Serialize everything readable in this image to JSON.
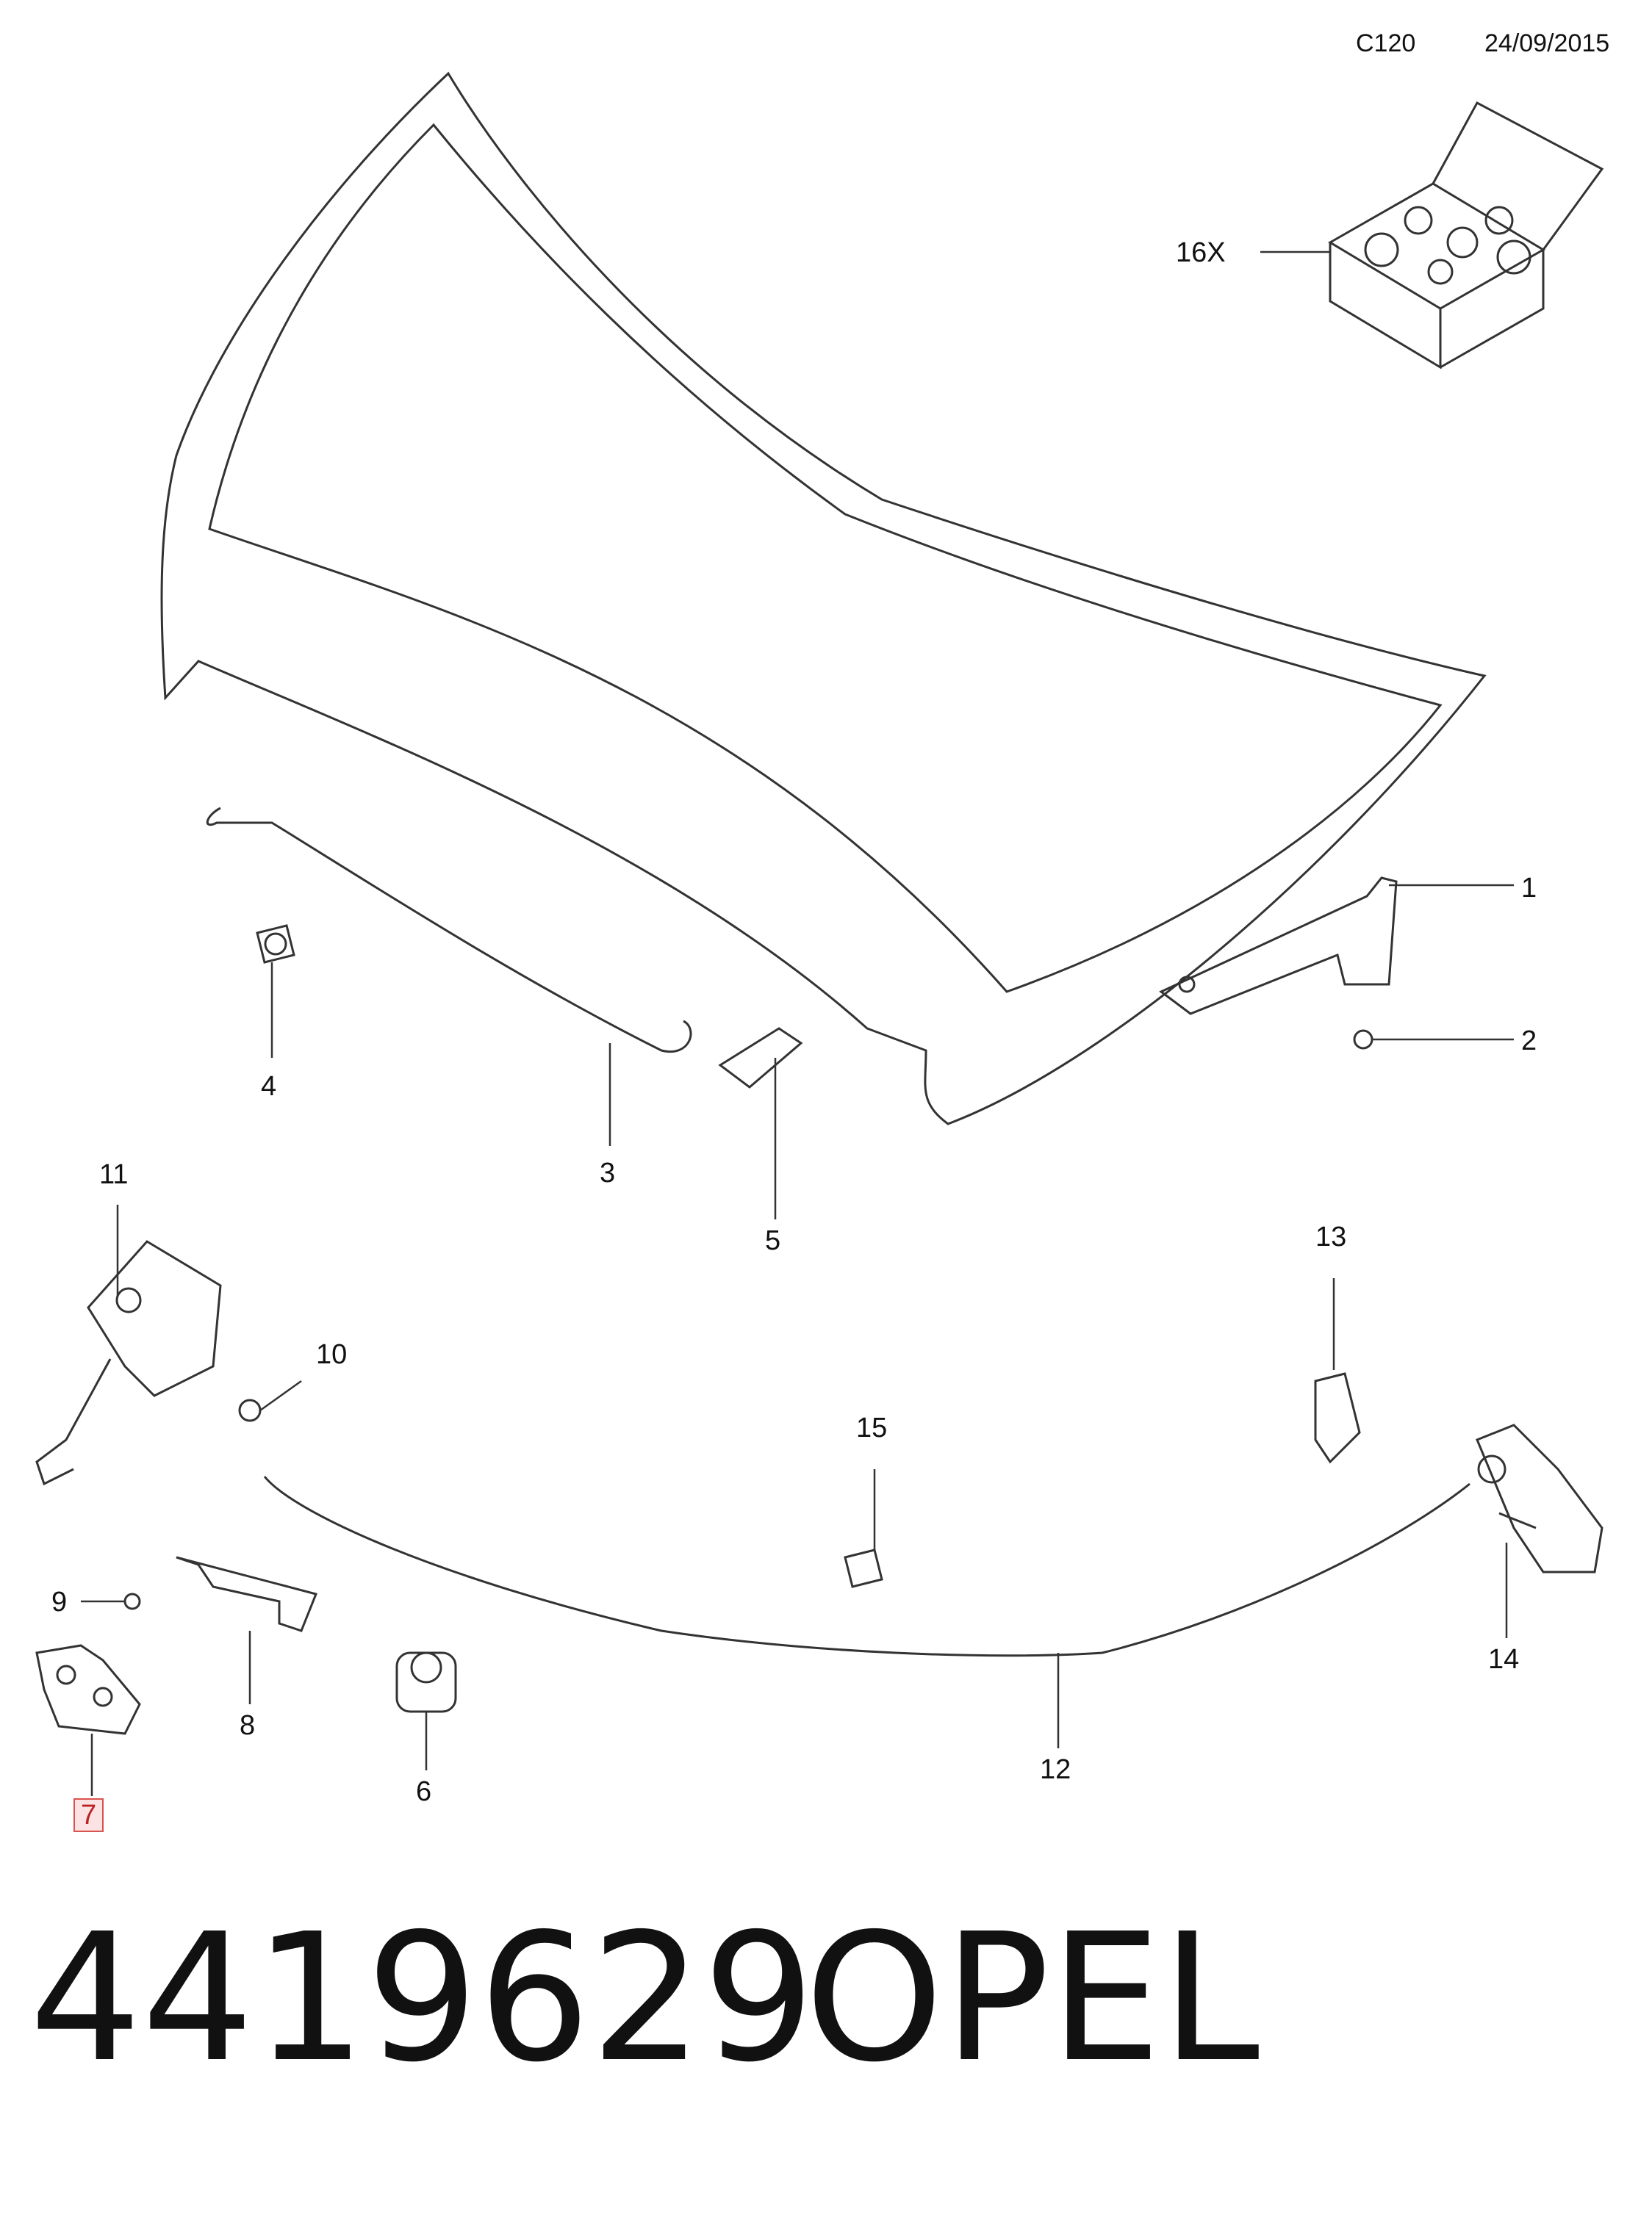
{
  "header": {
    "code": "C120",
    "date": "24/09/2015"
  },
  "callouts": {
    "c1": "1",
    "c2": "2",
    "c3": "3",
    "c4": "4",
    "c5": "5",
    "c6": "6",
    "c7": "7",
    "c8": "8",
    "c9": "9",
    "c10": "10",
    "c11": "11",
    "c12": "12",
    "c13": "13",
    "c14": "14",
    "c15": "15",
    "c16": "16X"
  },
  "highlighted_part": "7",
  "footer": {
    "part_number": "4419629",
    "brand": "OPEL"
  },
  "colors": {
    "line": "#333333",
    "highlight_border": "#d9534f",
    "highlight_fill": "#fbe3e3"
  }
}
